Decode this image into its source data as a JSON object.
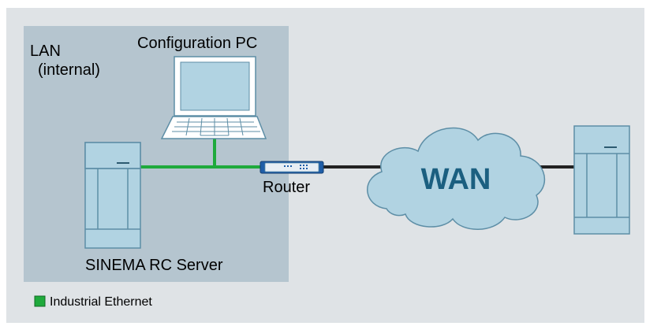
{
  "diagram": {
    "lan_label_line1": "LAN",
    "lan_label_line2": "(internal)",
    "config_pc_label": "Configuration PC",
    "router_label": "Router",
    "wan_label": "WAN",
    "server_label": "SINEMA RC Server",
    "legend_label": "Industrial Ethernet"
  },
  "colors": {
    "background": "#dfe3e6",
    "lan_zone": "#b5c5cf",
    "device_fill": "#b1d3e2",
    "device_stroke": "#5d8ea6",
    "cloud_fill": "#b1d3e2",
    "wan_text": "#1b5f80",
    "industrial_ethernet": "#1faa3c",
    "wan_link": "#222222",
    "router_fill": "#1f5ea8"
  }
}
